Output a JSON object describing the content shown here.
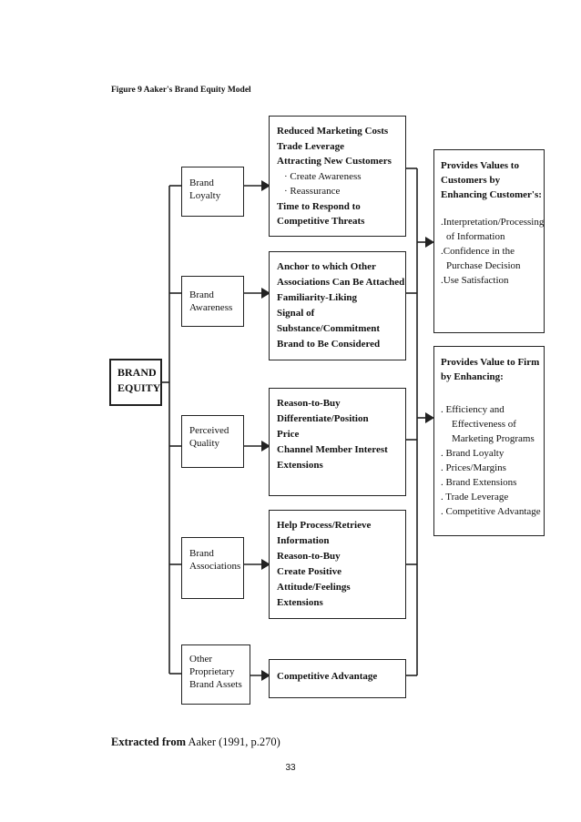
{
  "figure_caption": "Figure 9 Aaker's Brand Equity Model",
  "root": [
    "BRAND",
    "EQUITY"
  ],
  "dimensions": [
    {
      "label": [
        "Brand",
        "Loyalty"
      ]
    },
    {
      "label": [
        "Brand",
        "Awareness"
      ]
    },
    {
      "label": [
        "Perceived",
        "Quality"
      ]
    },
    {
      "label": [
        "Brand",
        "Associations"
      ]
    },
    {
      "label": [
        "Other",
        "Proprietary",
        "Brand Assets"
      ]
    }
  ],
  "benefits": [
    {
      "lines": [
        "Reduced Marketing Costs",
        "Trade Leverage",
        "Attracting New Customers",
        "· Create Awareness",
        "· Reassurance",
        "Time to Respond to",
        "Competitive Threats"
      ]
    },
    {
      "lines": [
        "Anchor to which Other",
        "Associations Can Be Attached",
        "Familiarity-Liking",
        "Signal of",
        "Substance/Commitment",
        "Brand to Be Considered"
      ]
    },
    {
      "lines": [
        "Reason-to-Buy",
        "Differentiate/Position",
        "Price",
        "Channel Member Interest",
        "Extensions"
      ]
    },
    {
      "lines": [
        "Help Process/Retrieve",
        "Information",
        "Reason-to-Buy",
        "Create Positive",
        "Attitude/Feelings",
        "Extensions"
      ]
    },
    {
      "lines": [
        "Competitive Advantage"
      ]
    }
  ],
  "outcomes": [
    {
      "heading": [
        "Provides Values to",
        "Customers by",
        "Enhancing Customer's:"
      ],
      "items": [
        ".Interpretation/Processing",
        "of Information",
        ".Confidence in the",
        "Purchase Decision",
        ".Use Satisfaction"
      ]
    },
    {
      "heading": [
        "Provides Value to Firm",
        "by Enhancing:"
      ],
      "items": [
        ". Efficiency and",
        "Effectiveness of",
        "Marketing Programs",
        ". Brand Loyalty",
        ". Prices/Margins",
        ". Brand Extensions",
        ". Trade Leverage",
        ". Competitive Advantage"
      ]
    }
  ],
  "footer": {
    "bold": "Extracted from",
    "rest": "Aaker (1991, p.270)"
  },
  "page_number": "33"
}
